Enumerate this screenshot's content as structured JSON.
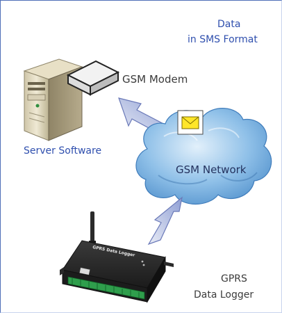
{
  "labels": {
    "title_line1": "Data",
    "title_line2": "in SMS Format",
    "modem": "GSM Modem",
    "server": "Server Software",
    "network": "GSM Network",
    "gprs_line1": "GPRS",
    "gprs_line2": "Data Logger",
    "device_print": "GPRS Data Logger"
  },
  "icons": {
    "envelope": "envelope-icon",
    "antenna": "antenna-icon"
  },
  "colors": {
    "frame": "#4f6fb8",
    "title_text": "#2f4fae",
    "cloud": "#7fb4e2",
    "arrow": "#8f9fd4"
  }
}
